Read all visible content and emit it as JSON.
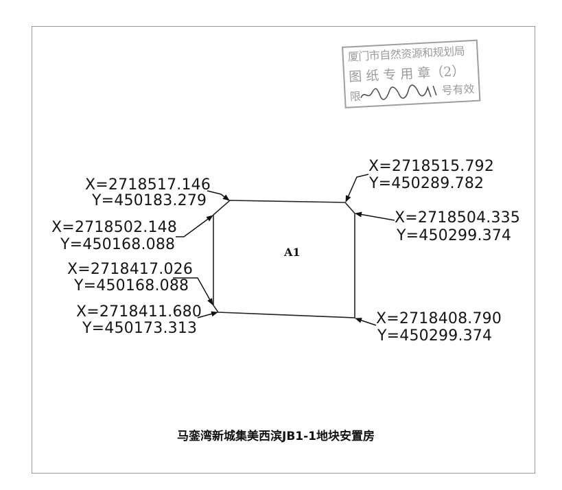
{
  "stamp": {
    "line1": "厦门市自然资源和规划局",
    "line2": "图 纸 专 用 章（2）",
    "line3_left": "限",
    "line3_right": "号有效"
  },
  "parcel": {
    "label": "A1"
  },
  "points": [
    {
      "x": "X=2718517.146",
      "y": "Y=450183.279"
    },
    {
      "x": "X=2718502.148",
      "y": "Y=450168.088"
    },
    {
      "x": "X=2718417.026",
      "y": "Y=450168.088"
    },
    {
      "x": "X=2718411.680",
      "y": "Y=450173.313"
    },
    {
      "x": "X=2718515.792",
      "y": "Y=450289.782"
    },
    {
      "x": "X=2718504.335",
      "y": "Y=450299.374"
    },
    {
      "x": "X=2718408.790",
      "y": "Y=450299.374"
    }
  ],
  "title": "马銮湾新城集美西滨JB1-1地块安置房"
}
